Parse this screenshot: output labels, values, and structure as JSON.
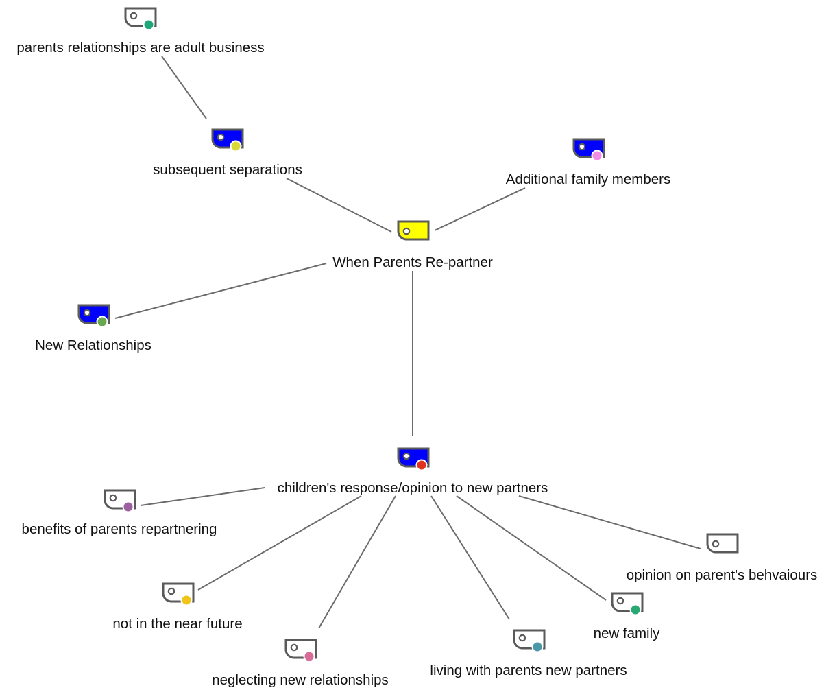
{
  "nodes": [
    {
      "id": "n1",
      "label": "parents relationships are adult business",
      "fill": "#ffffff",
      "dot": "#1fa779"
    },
    {
      "id": "n2",
      "label": "subsequent separations",
      "fill": "#0000ff",
      "dot": "#d9d93a"
    },
    {
      "id": "n3",
      "label": "Additional family members",
      "fill": "#0000ff",
      "dot": "#f08ce6"
    },
    {
      "id": "n4",
      "label": "When Parents Re-partner",
      "fill": "#ffff00",
      "dot": null
    },
    {
      "id": "n5",
      "label": "New Relationships",
      "fill": "#0000ff",
      "dot": "#6aa84f"
    },
    {
      "id": "n6",
      "label": "children's response/opinion to new partners",
      "fill": "#0000ff",
      "dot": "#e0331f"
    },
    {
      "id": "n7",
      "label": "benefits of parents repartnering",
      "fill": "#ffffff",
      "dot": "#9e5fa0"
    },
    {
      "id": "n8",
      "label": "opinion on parent's behvaiours",
      "fill": "#ffffff",
      "dot": null
    },
    {
      "id": "n9",
      "label": "not in the near future",
      "fill": "#ffffff",
      "dot": "#f0c419"
    },
    {
      "id": "n10",
      "label": "new family",
      "fill": "#ffffff",
      "dot": "#2aa872"
    },
    {
      "id": "n11",
      "label": "neglecting new relationships",
      "fill": "#ffffff",
      "dot": "#d96b9a"
    },
    {
      "id": "n12",
      "label": "living with parents new partners",
      "fill": "#ffffff",
      "dot": "#4a98a8"
    }
  ],
  "edges": [
    [
      "n1",
      "n2"
    ],
    [
      "n2",
      "n4"
    ],
    [
      "n3",
      "n4"
    ],
    [
      "n4",
      "n5"
    ],
    [
      "n4",
      "n6"
    ],
    [
      "n6",
      "n7"
    ],
    [
      "n6",
      "n8"
    ],
    [
      "n6",
      "n9"
    ],
    [
      "n6",
      "n10"
    ],
    [
      "n6",
      "n11"
    ],
    [
      "n6",
      "n12"
    ]
  ]
}
